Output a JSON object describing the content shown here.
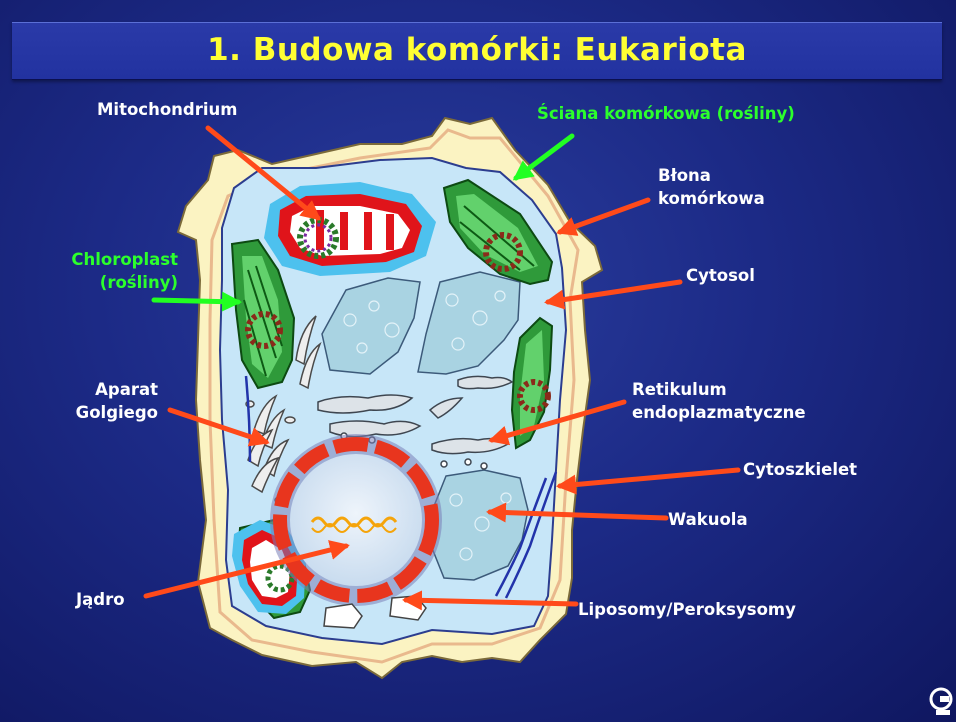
{
  "title": "1. Budowa komórki: Eukariota",
  "labels": {
    "mitochondrium": "Mitochondrium",
    "sciana": "Ściana komórkowa (rośliny)",
    "blona_1": "Błona",
    "blona_2": "komórkowa",
    "chloroplast_1": "Chloroplast",
    "chloroplast_2": "(rośliny)",
    "cytosol": "Cytosol",
    "aparat_1": "Aparat",
    "aparat_2": "Golgiego",
    "retikulum_1": "Retikulum",
    "retikulum_2": "endoplazmatyczne",
    "cytoszkielet": "Cytoszkielet",
    "wakuola": "Wakuola",
    "jadro": "Jądro",
    "liposomy": "Liposomy/Peroksysomy"
  },
  "colors": {
    "background": "#1c2a86",
    "title_text": "#ffff33",
    "label_text": "#ffffff",
    "plant_label_text": "#2cff2c",
    "pointer_arrow": "#ff4a1a",
    "plant_pointer_arrow": "#22ff22",
    "cell_wall": "#fbf3c2",
    "cytosol": "#c7e6f8",
    "vacuole": "#a9d3e2",
    "chloroplast": "#2f9a3a",
    "mitochondrion": "#e0141a",
    "nucleus_envelope": "#e8351e"
  }
}
